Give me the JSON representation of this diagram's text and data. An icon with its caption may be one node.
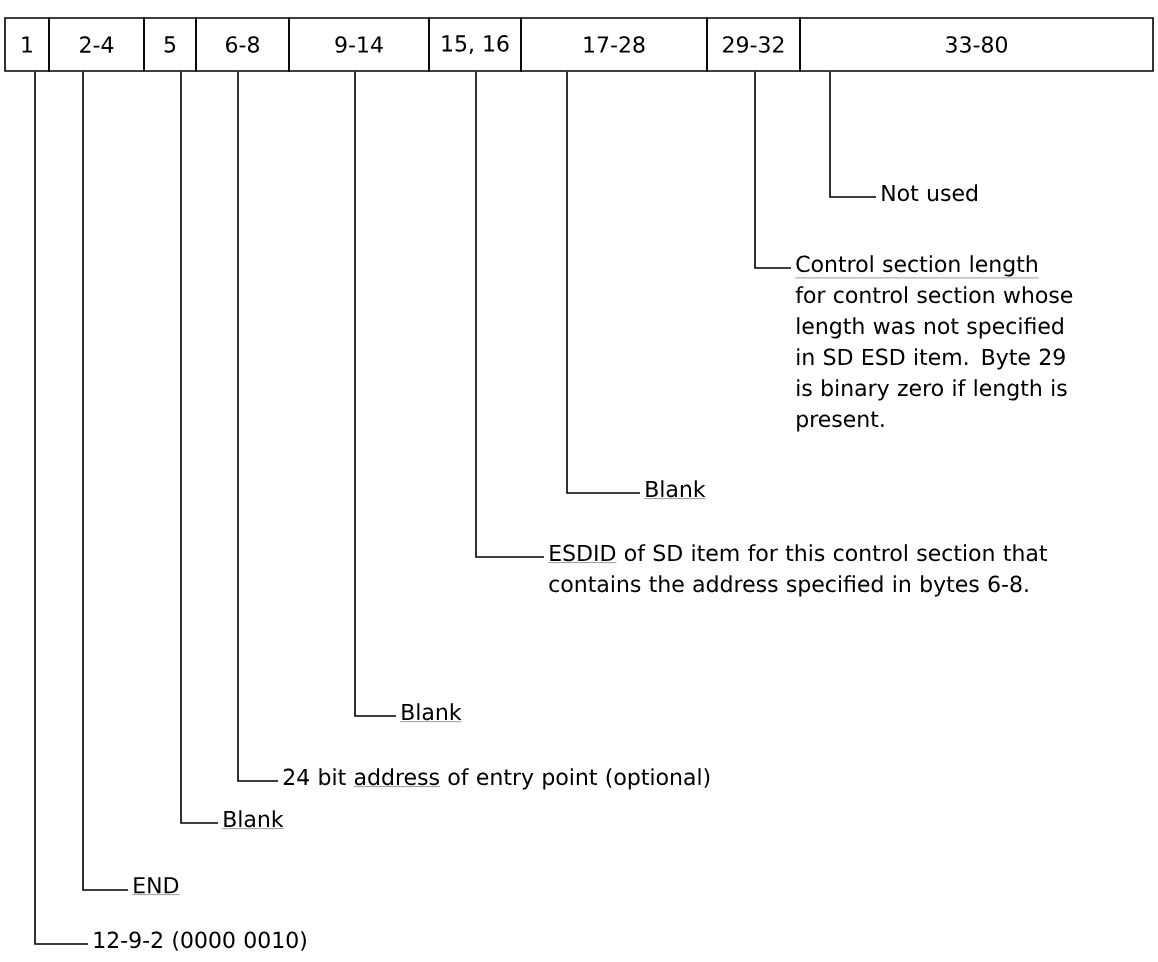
{
  "diagram": {
    "nodes": [
      {
        "text": [
          "1"
        ]
      },
      {
        "text": [
          "2-4"
        ]
      },
      {
        "text": [
          "5"
        ]
      },
      {
        "text": [
          "6-8"
        ]
      },
      {
        "text": [
          "9-14"
        ]
      },
      {
        "text": [
          "15, 16"
        ]
      },
      {
        "text": [
          "17-28"
        ]
      },
      {
        "text": [
          "29-32"
        ]
      },
      {
        "text": [
          "33-80"
        ]
      },
      {
        "text": [
          "Not used"
        ]
      },
      {
        "text": [
          "Control section length",
          "for control section whose length was not specified in SD ESD item.  Byte 29 is binary zero if length is present."
        ]
      },
      {
        "text": [
          "Blank"
        ]
      },
      {
        "text": [
          "ESDID",
          "of SD item for this control section that contains the address specified in bytes 6-8."
        ]
      },
      {
        "text": [
          "Blank"
        ]
      },
      {
        "text": [
          "24 bit",
          "address",
          "of entry point (optional)"
        ]
      },
      {
        "text": [
          "Blank"
        ]
      },
      {
        "text": [
          "END"
        ]
      },
      {
        "text": [
          "12-9-2 (0000 0010)"
        ]
      }
    ],
    "edges": [
      {
        "from": 9,
        "to": 8,
        "arrow": "none"
      },
      {
        "from": 10,
        "to": 7,
        "arrow": "none"
      },
      {
        "from": 11,
        "to": 6,
        "arrow": "none"
      },
      {
        "from": 12,
        "to": 5,
        "arrow": "none"
      },
      {
        "from": 13,
        "to": 4,
        "arrow": "none"
      },
      {
        "from": 14,
        "to": 3,
        "arrow": "none"
      },
      {
        "from": 15,
        "to": 2,
        "arrow": "none"
      },
      {
        "from": 16,
        "to": 1,
        "arrow": "none"
      },
      {
        "from": 17,
        "to": 0,
        "arrow": "none"
      }
    ]
  }
}
